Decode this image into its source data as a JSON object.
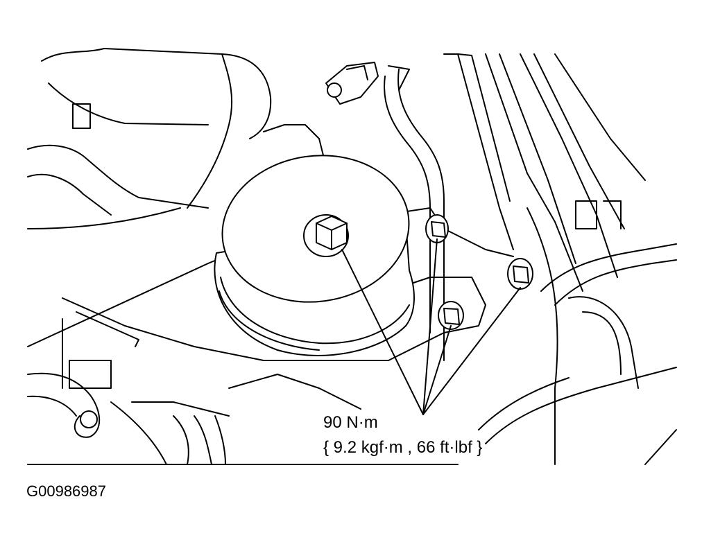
{
  "callout": {
    "torque_primary": "90 N·m",
    "torque_secondary": "{ 9.2 kgf·m , 66 ft·lbf }"
  },
  "figure_id": "G00986987",
  "colors": {
    "line": "#000000",
    "background": "#ffffff"
  }
}
